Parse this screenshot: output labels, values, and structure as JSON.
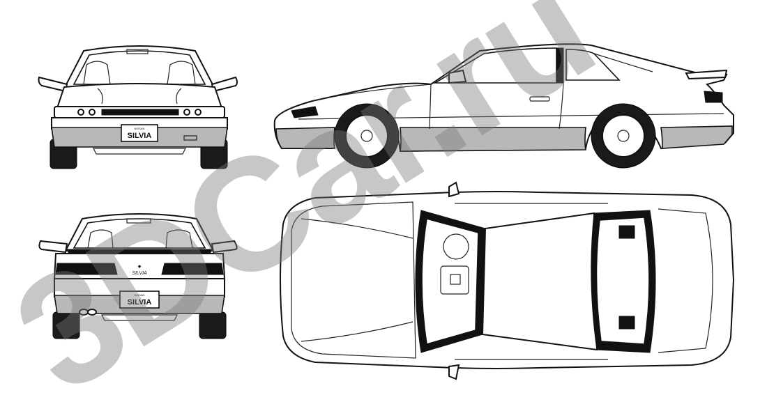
{
  "views": {
    "front": {
      "plate_text": "SILVIA",
      "plate_maker": "NISSAN"
    },
    "rear": {
      "plate_text": "SILVIA",
      "plate_maker": "NISSAN",
      "badge_text": "SILVIA"
    },
    "side": {},
    "top": {}
  },
  "watermark": {
    "text": "3DCar.ru"
  },
  "colors": {
    "line": "#111111",
    "lower_trim": "#b8b8b8",
    "watermark": "#7a7a7a"
  }
}
